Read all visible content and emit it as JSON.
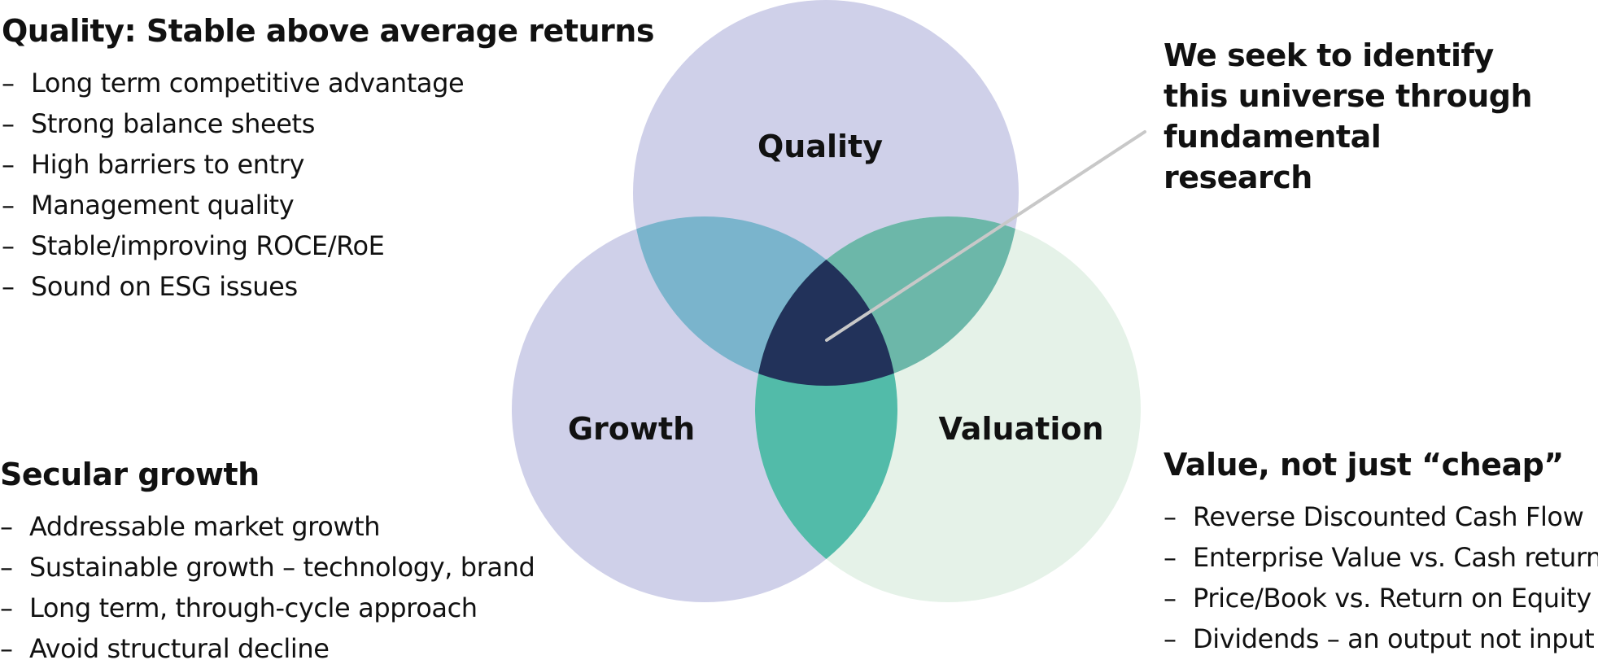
{
  "diagram": {
    "circles": {
      "quality": {
        "label": "Quality",
        "color": "#cfd0e9"
      },
      "growth": {
        "label": "Growth",
        "color": "#cfd0e9"
      },
      "valuation": {
        "label": "Valuation",
        "color": "#e5f2e8"
      }
    },
    "overlap_colors": {
      "quality_growth": "#7ab4cc",
      "quality_valuation": "#6cb7a9",
      "growth_valuation": "#52bba9",
      "center": "#22325a"
    },
    "pointer_color": "#c8c8c8"
  },
  "quality_block": {
    "heading": "Quality: Stable above average returns",
    "items": [
      "Long term competitive advantage",
      "Strong balance sheets",
      "High barriers to entry",
      "Management quality",
      "Stable/improving ROCE/RoE",
      "Sound on ESG issues"
    ]
  },
  "growth_block": {
    "heading": "Secular growth",
    "items": [
      "Addressable market growth",
      "Sustainable growth – technology, brand",
      "Long term, through-cycle approach",
      "Avoid structural decline"
    ]
  },
  "valuation_block": {
    "heading": "Value, not just “cheap”",
    "items": [
      "Reverse Discounted Cash Flow",
      "Enterprise Value vs. Cash returns",
      "Price/Book vs. Return on Equity",
      "Dividends – an output not input"
    ]
  },
  "research_note": {
    "lines": [
      "We seek to identify",
      "this universe through",
      "fundamental",
      "research"
    ]
  },
  "dash_char": "–"
}
